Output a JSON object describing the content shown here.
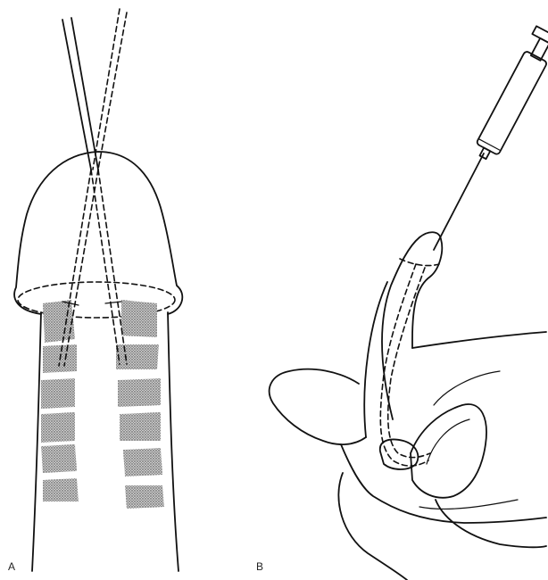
{
  "panels": [
    {
      "id": "A",
      "label": "A"
    },
    {
      "id": "B",
      "label": "B"
    }
  ],
  "colors": {
    "ink": "#111111",
    "shading": "#8a8a8a",
    "background": "#ffffff"
  }
}
